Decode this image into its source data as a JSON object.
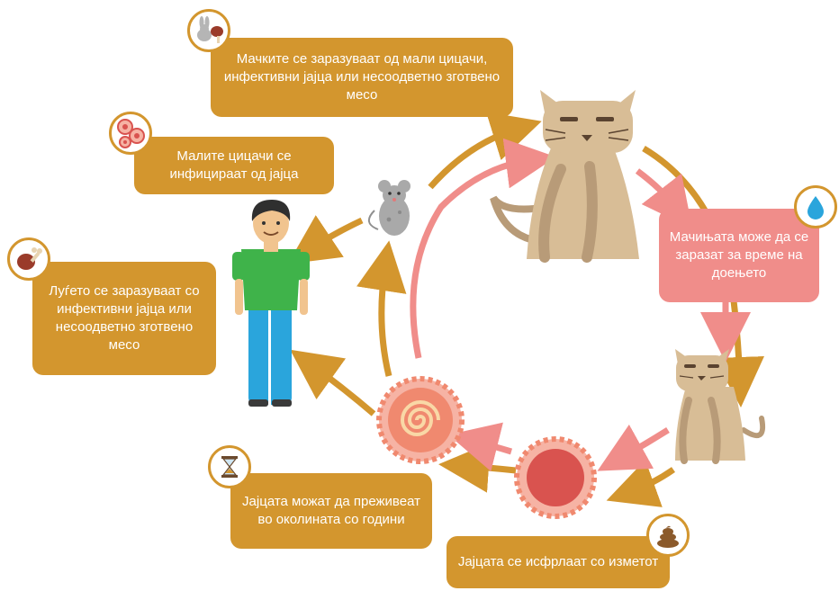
{
  "boxes": {
    "cats_infected": "Мачките се заразуваат од мали цицачи, инфективни јајца или несоодветно зготвено месо",
    "small_mammals": "Малите цицачи се инфицираат од јајца",
    "people": "Луѓето се заразуваат со инфективни јајца или несоодветно зготвено месо",
    "kittens": "Мачињата може да се заразат за време на доењето",
    "eggs_survive": "Јајцата можат да преживеат во околината со години",
    "eggs_shed": "Јајцата се исфрлаат со изметот"
  },
  "icons": [
    "rabbit-meat-icon",
    "cells-icon",
    "drumstick-icon",
    "water-drop-icon",
    "hourglass-icon",
    "poop-icon"
  ],
  "colors": {
    "gold": "#d3962e",
    "pink": "#f08d8a",
    "cat": "#d8bd96",
    "cat_dark": "#b89b78",
    "egg": "#f0896f",
    "shirt": "#3fb34a",
    "pants": "#2aa5dc"
  }
}
